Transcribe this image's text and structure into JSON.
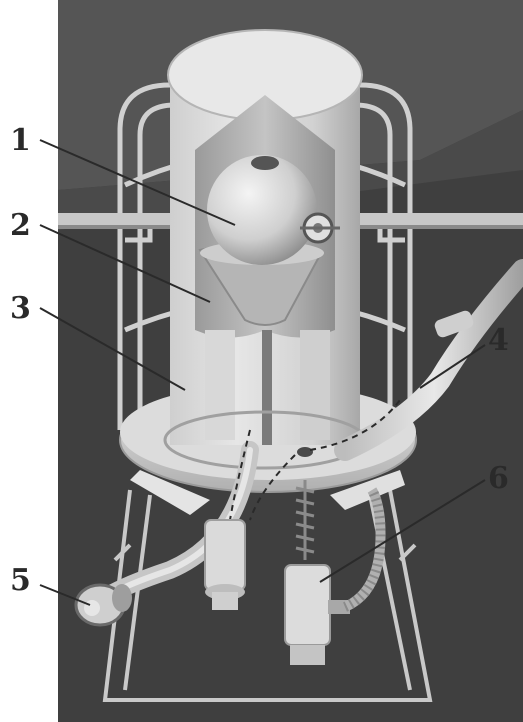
{
  "figure": {
    "parts": [
      {
        "id": "part-1",
        "number": "1"
      },
      {
        "id": "part-2",
        "number": "2"
      },
      {
        "id": "part-3",
        "number": "3"
      },
      {
        "id": "part-4",
        "number": "4"
      },
      {
        "id": "part-5",
        "number": "5"
      },
      {
        "id": "part-6",
        "number": "6"
      }
    ],
    "colors": {
      "background_dark": "#3e3e3e",
      "background_upper": "#4f4f4f",
      "body_light": "#d9d9d9",
      "body_shadow": "#b8b8b8",
      "frame_stroke": "#d4d4d4",
      "label_text": "#2a2a2a"
    }
  }
}
